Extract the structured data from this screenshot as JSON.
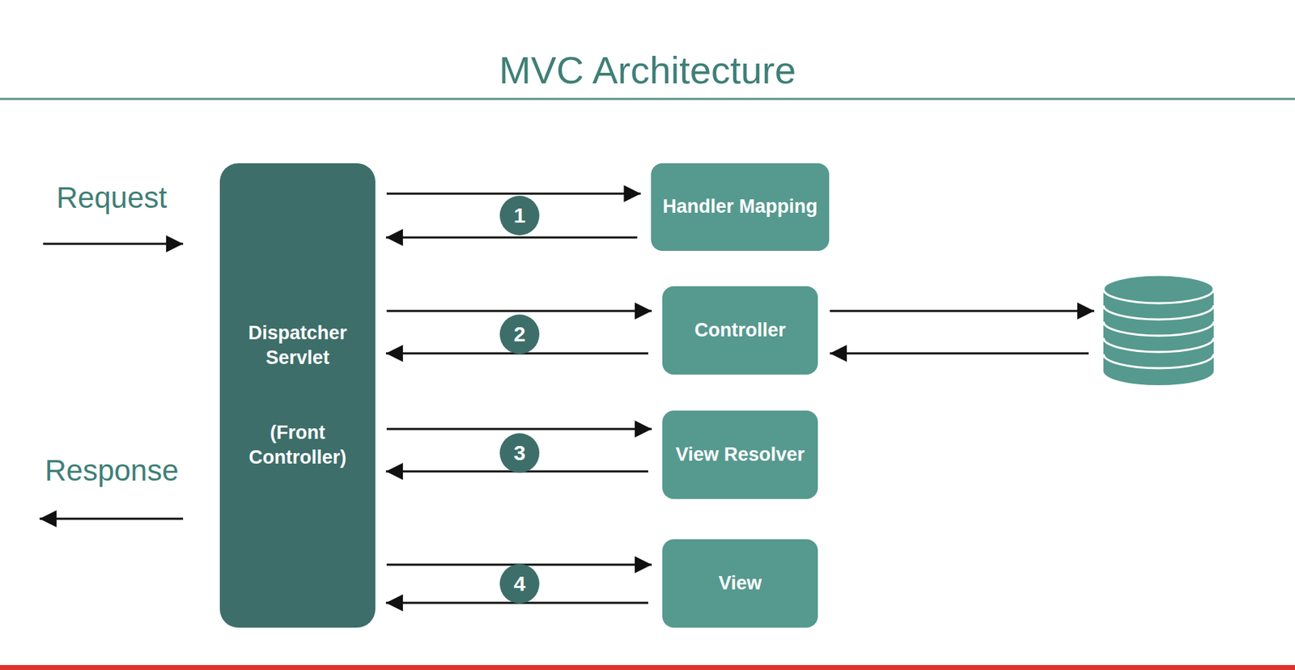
{
  "diagram": {
    "title": "MVC Architecture",
    "nodes": [
      {
        "text": [
          "Dispatcher Servlet",
          "(Front Controller)"
        ]
      },
      {
        "text": [
          "Handler Mapping"
        ]
      },
      {
        "text": [
          "Controller"
        ]
      },
      {
        "text": [
          "View Resolver"
        ]
      },
      {
        "text": [
          "View"
        ]
      }
    ],
    "edges": [
      {
        "from": 0,
        "to": 1,
        "arrow": "to"
      },
      {
        "from": 1,
        "to": 0,
        "arrow": "to"
      },
      {
        "from": 0,
        "to": 2,
        "arrow": "to"
      },
      {
        "from": 2,
        "to": 0,
        "arrow": "to"
      },
      {
        "from": 0,
        "to": 3,
        "arrow": "to"
      },
      {
        "from": 3,
        "to": 0,
        "arrow": "to"
      },
      {
        "from": 0,
        "to": 4,
        "arrow": "to"
      },
      {
        "from": 4,
        "to": 0,
        "arrow": "to"
      }
    ],
    "labels": [
      "Request",
      "Response",
      "1",
      "2",
      "3",
      "4"
    ]
  }
}
